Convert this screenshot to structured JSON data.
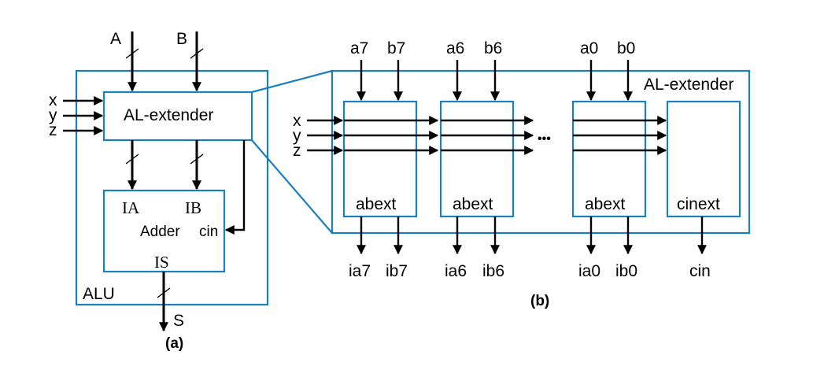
{
  "diagram_a": {
    "input_a": "A",
    "input_b": "B",
    "ctrl_x": "x",
    "ctrl_y": "y",
    "ctrl_z": "z",
    "al_extender": "AL-extender",
    "adder_ia": "IA",
    "adder_ib": "IB",
    "adder_label": "Adder",
    "adder_cin": "cin",
    "adder_is": "IS",
    "alu_label": "ALU",
    "output_s": "S",
    "caption": "(a)"
  },
  "diagram_b": {
    "title": "AL-extender",
    "ctrl_x": "x",
    "ctrl_y": "y",
    "ctrl_z": "z",
    "ellipsis": "•••",
    "blocks": [
      {
        "in_a": "a7",
        "in_b": "b7",
        "label": "abext",
        "out_a": "ia7",
        "out_b": "ib7"
      },
      {
        "in_a": "a6",
        "in_b": "b6",
        "label": "abext",
        "out_a": "ia6",
        "out_b": "ib6"
      },
      {
        "in_a": "a0",
        "in_b": "b0",
        "label": "abext",
        "out_a": "ia0",
        "out_b": "ib0"
      }
    ],
    "cinext": {
      "label": "cinext",
      "out": "cin"
    },
    "caption": "(b)"
  }
}
